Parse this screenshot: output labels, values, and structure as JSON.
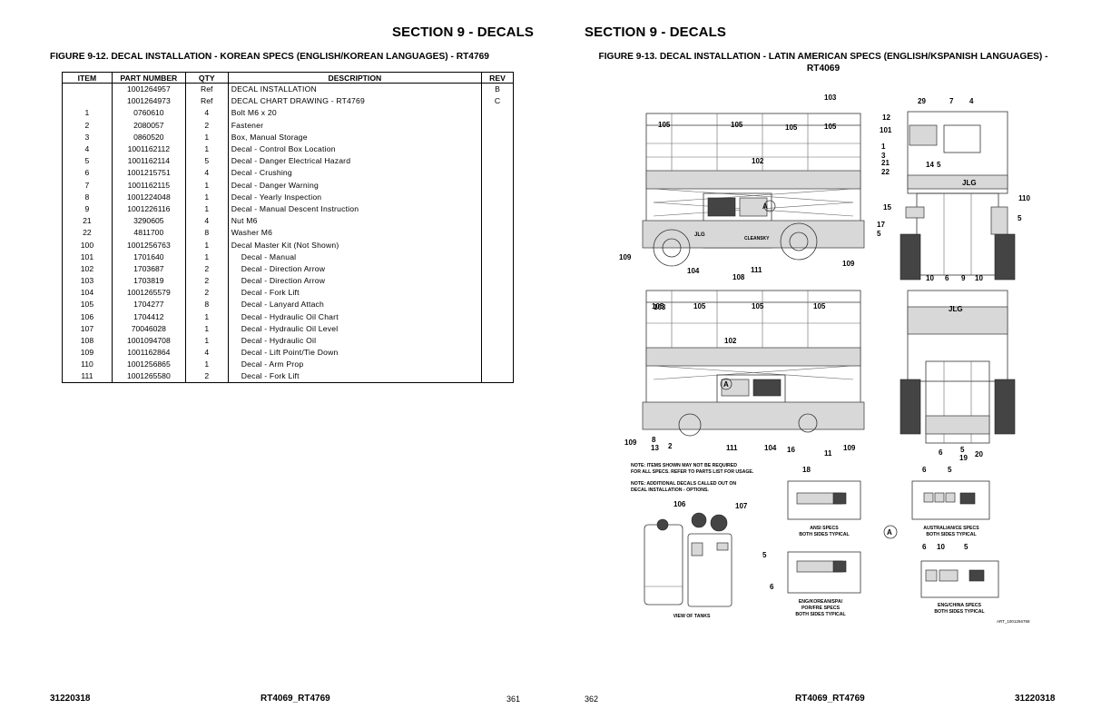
{
  "left_page": {
    "section": "SECTION 9 - DECALS",
    "figure_title": "FIGURE 9-12. DECAL INSTALLATION - KOREAN SPECS (ENGLISH/KOREAN LANGUAGES) - RT4769",
    "table": {
      "headers": [
        "ITEM",
        "PART NUMBER",
        "QTY",
        "DESCRIPTION",
        "REV"
      ],
      "rows": [
        {
          "item": "",
          "part": "1001264957",
          "qty": "Ref",
          "desc": "DECAL INSTALLATION",
          "rev": "B"
        },
        {
          "item": "",
          "part": "1001264973",
          "qty": "Ref",
          "desc": "DECAL CHART DRAWING - RT4769",
          "rev": "C"
        },
        {
          "item": "1",
          "part": "0760610",
          "qty": "4",
          "desc": "Bolt M6 x 20",
          "rev": ""
        },
        {
          "item": "2",
          "part": "2080057",
          "qty": "2",
          "desc": "Fastener",
          "rev": ""
        },
        {
          "item": "3",
          "part": "0860520",
          "qty": "1",
          "desc": "Box, Manual Storage",
          "rev": ""
        },
        {
          "item": "4",
          "part": "1001162112",
          "qty": "1",
          "desc": "Decal - Control Box Location",
          "rev": ""
        },
        {
          "item": "5",
          "part": "1001162114",
          "qty": "5",
          "desc": "Decal - Danger Electrical Hazard",
          "rev": ""
        },
        {
          "item": "6",
          "part": "1001215751",
          "qty": "4",
          "desc": "Decal - Crushing",
          "rev": ""
        },
        {
          "item": "7",
          "part": "1001162115",
          "qty": "1",
          "desc": "Decal - Danger Warning",
          "rev": ""
        },
        {
          "item": "8",
          "part": "1001224048",
          "qty": "1",
          "desc": "Decal - Yearly Inspection",
          "rev": ""
        },
        {
          "item": "9",
          "part": "1001226116",
          "qty": "1",
          "desc": "Decal - Manual Descent Instruction",
          "rev": ""
        },
        {
          "item": "21",
          "part": "3290605",
          "qty": "4",
          "desc": "Nut M6",
          "rev": ""
        },
        {
          "item": "22",
          "part": "4811700",
          "qty": "8",
          "desc": "Washer M6",
          "rev": ""
        },
        {
          "item": "100",
          "part": "1001256763",
          "qty": "1",
          "desc": "Decal Master Kit (Not Shown)",
          "rev": ""
        },
        {
          "item": "101",
          "part": "1701640",
          "qty": "1",
          "desc": "Decal - Manual",
          "rev": "",
          "sub": true
        },
        {
          "item": "102",
          "part": "1703687",
          "qty": "2",
          "desc": "Decal - Direction Arrow",
          "rev": "",
          "sub": true
        },
        {
          "item": "103",
          "part": "1703819",
          "qty": "2",
          "desc": "Decal - Direction Arrow",
          "rev": "",
          "sub": true
        },
        {
          "item": "104",
          "part": "1001265579",
          "qty": "2",
          "desc": "Decal - Fork Lift",
          "rev": "",
          "sub": true
        },
        {
          "item": "105",
          "part": "1704277",
          "qty": "8",
          "desc": "Decal - Lanyard Attach",
          "rev": "",
          "sub": true
        },
        {
          "item": "106",
          "part": "1704412",
          "qty": "1",
          "desc": "Decal - Hydraulic Oil Chart",
          "rev": "",
          "sub": true
        },
        {
          "item": "107",
          "part": "70046028",
          "qty": "1",
          "desc": "Decal - Hydraulic Oil Level",
          "rev": "",
          "sub": true
        },
        {
          "item": "108",
          "part": "1001094708",
          "qty": "1",
          "desc": "Decal - Hydraulic Oil",
          "rev": "",
          "sub": true
        },
        {
          "item": "109",
          "part": "1001162864",
          "qty": "4",
          "desc": "Decal - Lift Point/Tie Down",
          "rev": "",
          "sub": true
        },
        {
          "item": "110",
          "part": "1001256865",
          "qty": "1",
          "desc": "Decal - Arm Prop",
          "rev": "",
          "sub": true
        },
        {
          "item": "111",
          "part": "1001265580",
          "qty": "2",
          "desc": "Decal - Fork Lift",
          "rev": "",
          "sub": true
        }
      ]
    },
    "footer": {
      "doc": "31220318",
      "model": "RT4069_RT4769",
      "page": "361"
    }
  },
  "right_page": {
    "section": "SECTION 9 - DECALS",
    "figure_title": "FIGURE 9-13. DECAL INSTALLATION - LATIN AMERICAN SPECS (ENGLISH/KSPANISH LANGUAGES) - RT4069",
    "diagram": {
      "callouts_top_side": [
        "103",
        "105",
        "105",
        "105",
        "105",
        "102",
        "109",
        "104",
        "108",
        "111",
        "109"
      ],
      "callouts_top_end": [
        "29",
        "7",
        "4",
        "12",
        "101",
        "1",
        "3",
        "21",
        "22",
        "14",
        "5",
        "15",
        "17",
        "5",
        "110",
        "5",
        "10",
        "6",
        "9",
        "10"
      ],
      "callouts_bottom_side": [
        "103",
        "105",
        "105",
        "105",
        "105",
        "102",
        "109",
        "8",
        "13",
        "2",
        "111",
        "104",
        "16",
        "11",
        "109"
      ],
      "callouts_bottom_end": [
        "6",
        "5",
        "19",
        "20"
      ],
      "callouts_details": [
        "18",
        "106",
        "107",
        "5",
        "6",
        "6",
        "5",
        "6",
        "10",
        "5"
      ],
      "detail_marker": "A",
      "notes": [
        "NOTE: ITEMS SHOWN MAY NOT BE REQUIRED",
        "FOR ALL SPECS. REFER TO PARTS LIST FOR USAGE.",
        "NOTE: ADDITIONAL DECALS CALLED OUT ON",
        "DECAL INSTALLATION - OPTIONS."
      ],
      "captions": {
        "ansi": [
          "ANSI SPECS",
          "BOTH SIDES TYPICAL"
        ],
        "australian": [
          "AUSTRALIAN/CE SPECS",
          "BOTH SIDES TYPICAL"
        ],
        "eng_korean": [
          "ENG/KOREAN/SPA/",
          "POR/FRE SPECS",
          "BOTH SIDES TYPICAL"
        ],
        "eng_china": [
          "ENG/CHINA SPECS",
          "BOTH SIDES TYPICAL"
        ],
        "tanks": "VIEW OF TANKS"
      },
      "brand": "JLG",
      "brand_cleansky": "CLEANSKY",
      "art_number": "ART_1001256768"
    },
    "footer": {
      "page": "362",
      "model": "RT4069_RT4769",
      "doc": "31220318"
    }
  }
}
